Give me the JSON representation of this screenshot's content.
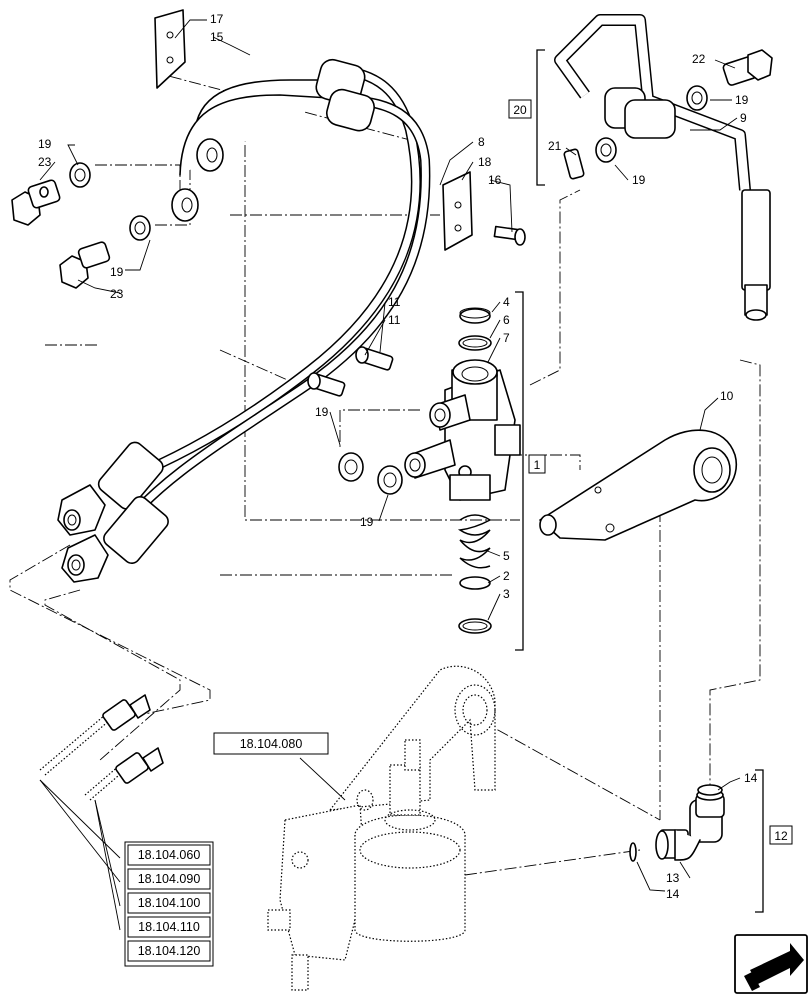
{
  "callouts": {
    "c1": "1",
    "c2": "2",
    "c3": "3",
    "c4": "4",
    "c5": "5",
    "c6": "6",
    "c7": "7",
    "c8": "8",
    "c9": "9",
    "c10": "10",
    "c11a": "11",
    "c11b": "11",
    "c12": "12",
    "c13": "13",
    "c14a": "14",
    "c14b": "14",
    "c15": "15",
    "c16": "16",
    "c17": "17",
    "c18": "18",
    "c19a": "19",
    "c19b": "19",
    "c19c": "19",
    "c19d": "19",
    "c19e": "19",
    "c19f": "19",
    "c20": "20",
    "c21": "21",
    "c22": "22",
    "c23a": "23",
    "c23b": "23"
  },
  "references": {
    "main": "18.104.080",
    "list": [
      "18.104.060",
      "18.104.090",
      "18.104.100",
      "18.104.110",
      "18.104.120"
    ]
  },
  "nav": {
    "icon": "next-page-arrow-icon"
  }
}
